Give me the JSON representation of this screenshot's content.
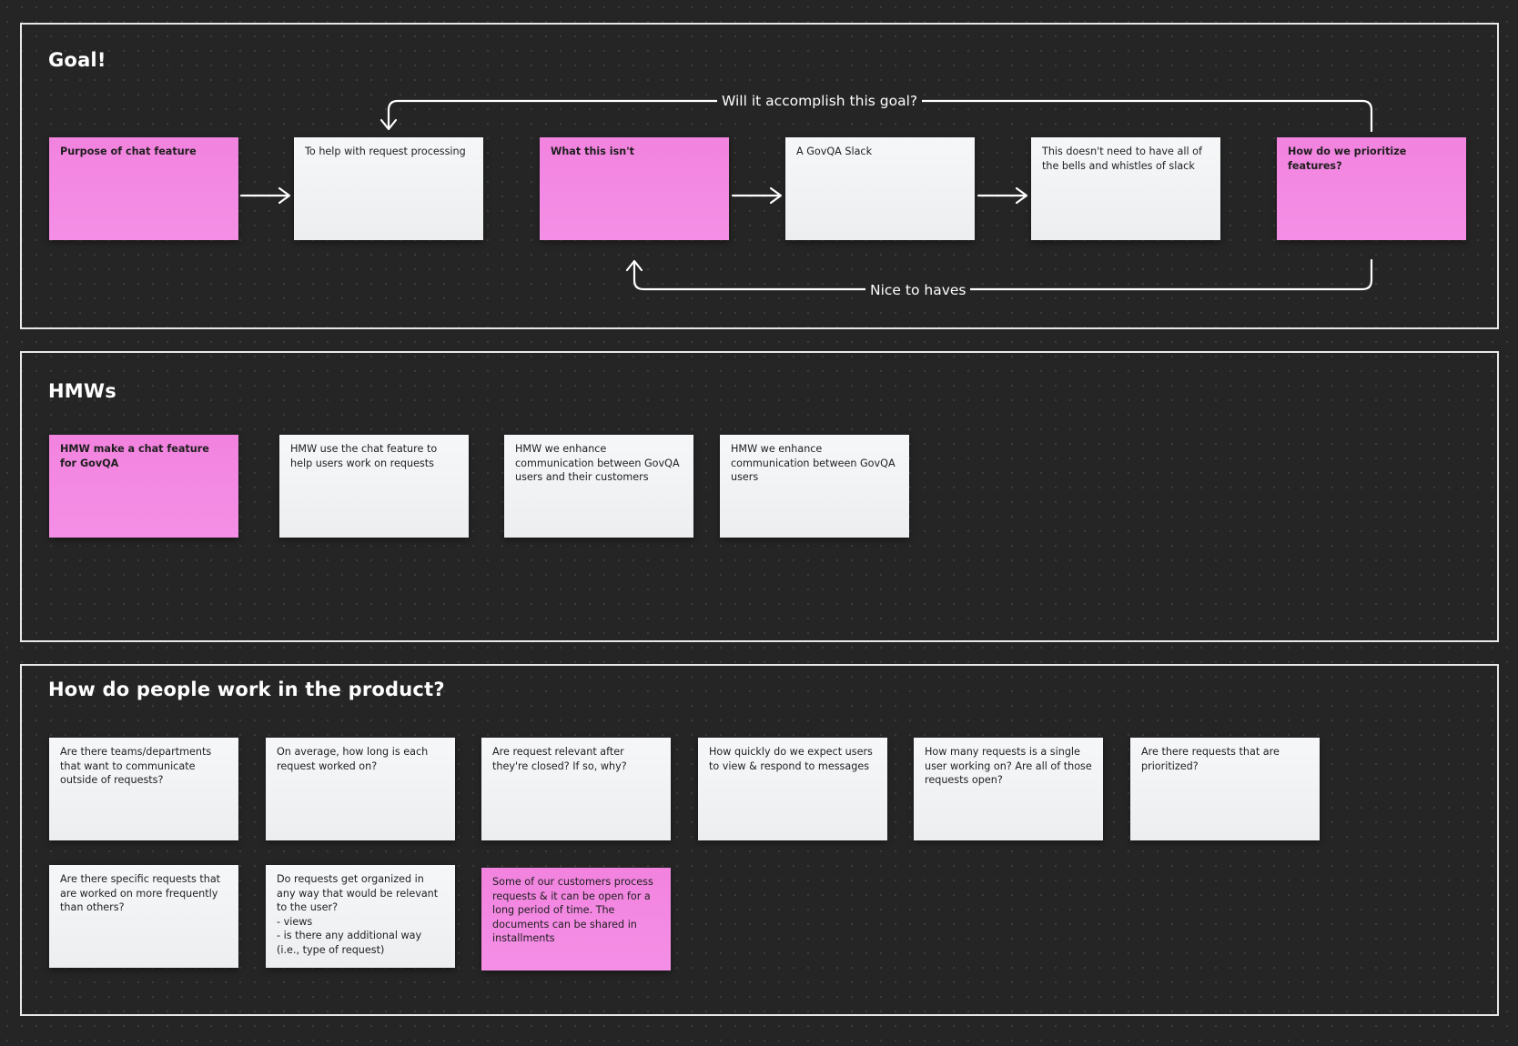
{
  "frames": {
    "goal": {
      "title": "Goal!"
    },
    "hmws": {
      "title": "HMWs"
    },
    "work": {
      "title": "How do people work in the product?"
    }
  },
  "goal_stickies": {
    "purpose": "Purpose of chat feature",
    "help": "To help with request processing",
    "what_isnt": "What this isn't",
    "slack": "A GovQA Slack",
    "bells": "This doesn't need to have all of the bells and whistles of slack",
    "prioritize": "How do we prioritize features?"
  },
  "connectors": {
    "goal_loop_label": "Will it accomplish this goal?",
    "nice_label": "Nice to haves"
  },
  "hmw_stickies": {
    "make_chat": "HMW make a chat feature for GovQA",
    "use_chat": "HMW use the chat feature to help users work on requests",
    "enhance_customers": "HMW we enhance communication between GovQA users and their customers",
    "enhance_users": "HMW we enhance communication between GovQA users"
  },
  "work_stickies": {
    "teams": "Are there teams/departments that want to communicate outside of requests?",
    "average": "On average, how long is each request worked on?",
    "relevant": "Are request relevant after they're closed? If so, why?",
    "quickly": "How quickly do we expect users to view & respond to messages",
    "how_many": "How many requests is a single user working on? Are all of those requests open?",
    "prioritized": "Are there requests that are prioritized?",
    "specific": "Are there specific requests that are worked on more frequently than others?",
    "organized": "Do requests get organized in any way that would be relevant to the user?\n- views\n- is there any additional way (i.e., type of request)",
    "long_period": "Some of our customers process requests & it can be open for a long period of time. The documents can be shared in installments"
  },
  "colors": {
    "background": "#252525",
    "frame_border": "#e8e8e8",
    "sticky_white": "#f1f2f4",
    "sticky_pink": "#f48ae4",
    "connector": "#ffffff"
  }
}
